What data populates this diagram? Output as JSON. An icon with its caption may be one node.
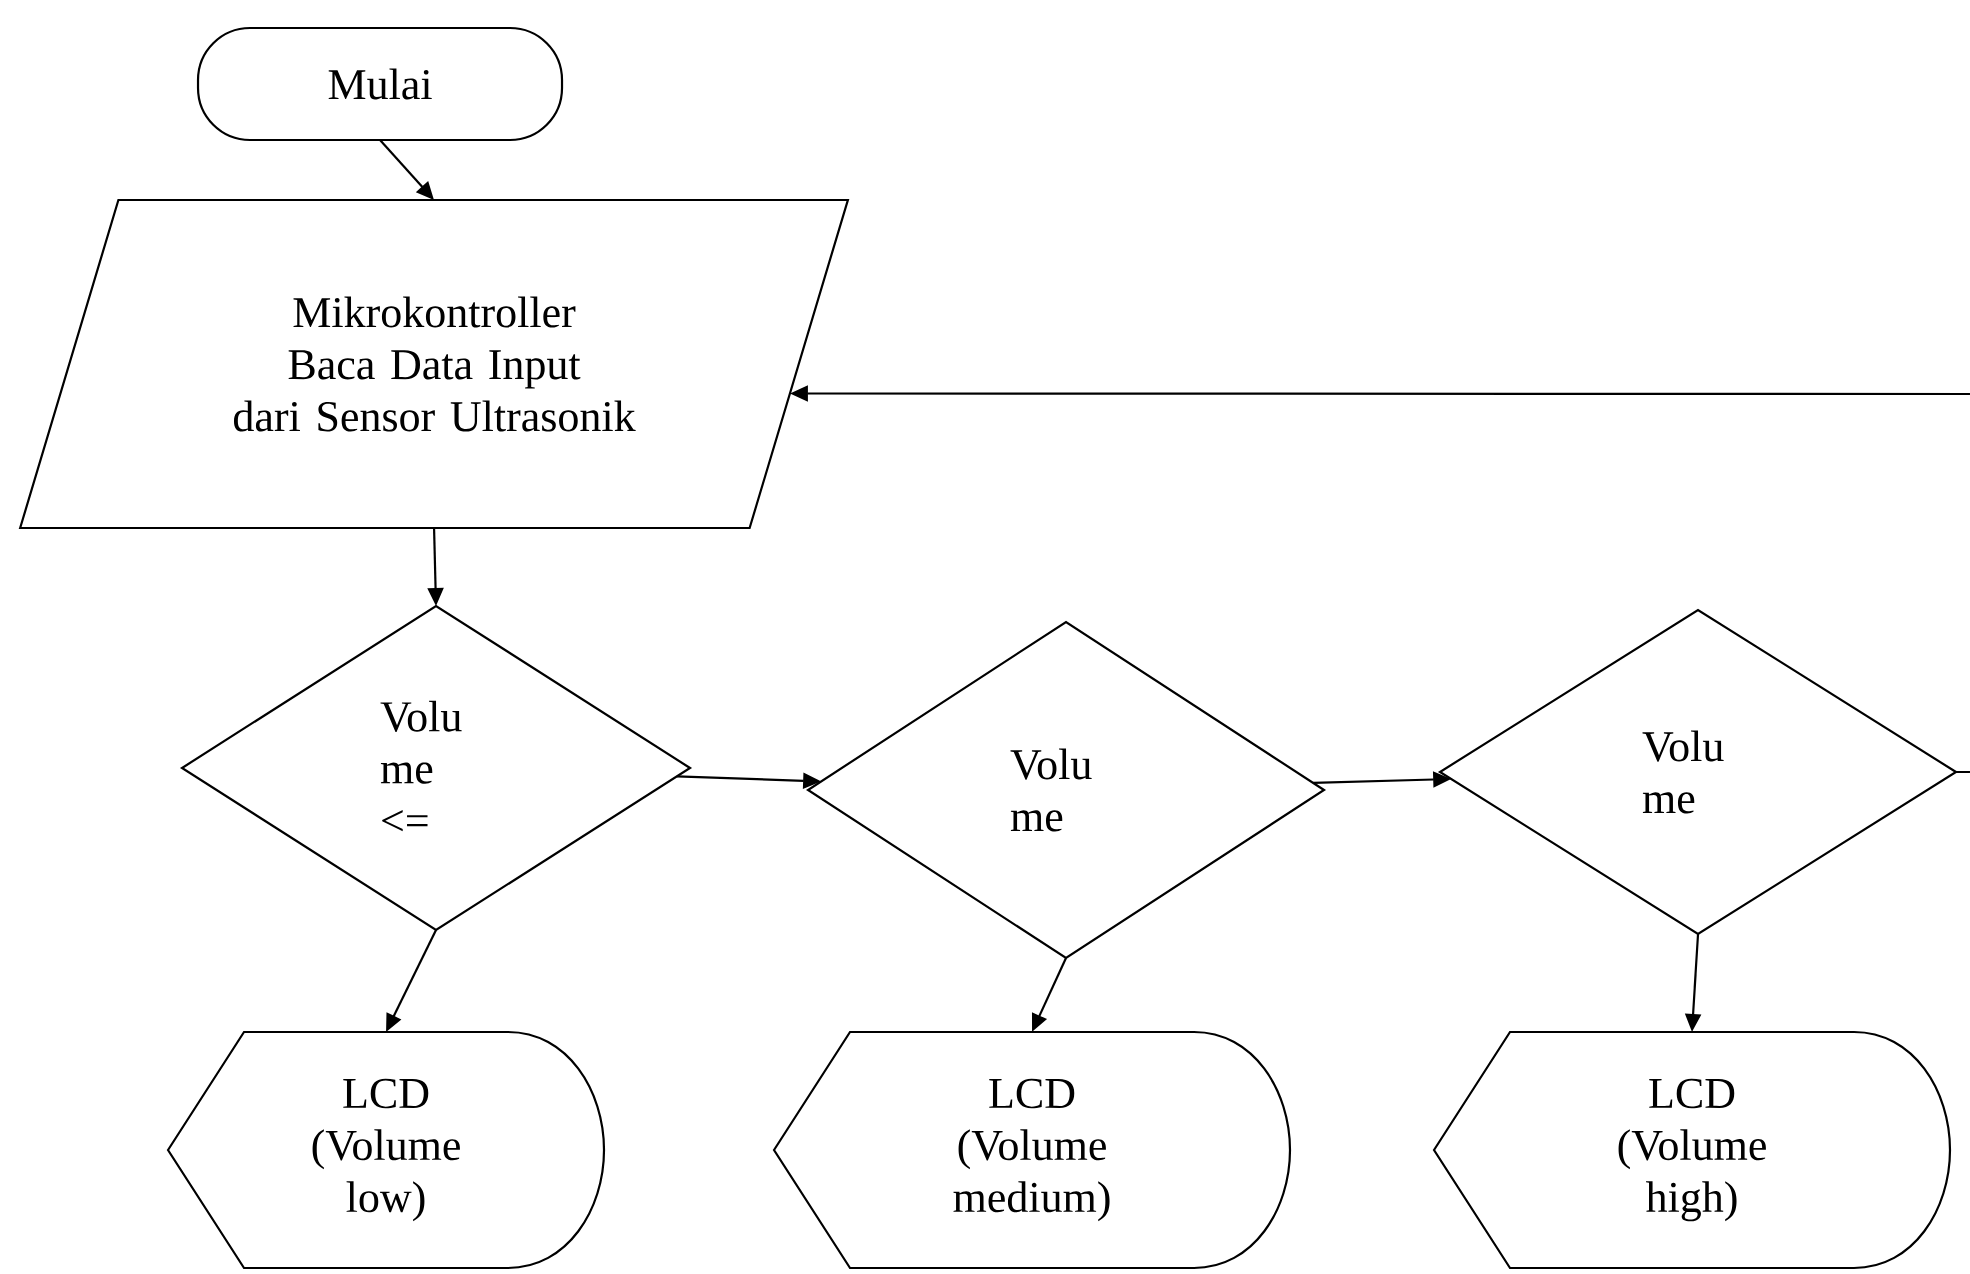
{
  "diagram": {
    "nodes": [
      {
        "text": [
          "Mulai"
        ]
      },
      {
        "text": [
          "Mikrokontroller Baca Data Input dari Sensor Ultrasonik"
        ]
      },
      {
        "text": [
          "Volu me <="
        ]
      },
      {
        "text": [
          "Volu me"
        ]
      },
      {
        "text": [
          "Volu me"
        ]
      },
      {
        "text": [
          "LCD (Volume low)"
        ]
      },
      {
        "text": [
          "LCD (Volume medium)"
        ]
      },
      {
        "text": [
          "LCD (Volume high)"
        ]
      }
    ],
    "edges": [
      {
        "from": 0,
        "to": 1,
        "arrow": "to"
      },
      {
        "from": 1,
        "to": 2,
        "arrow": "to"
      },
      {
        "from": 2,
        "to": 3,
        "arrow": "to"
      },
      {
        "from": 3,
        "to": 4,
        "arrow": "to"
      },
      {
        "from": 4,
        "to": null,
        "arrow": "none"
      },
      {
        "from": null,
        "to": 1,
        "arrow": "to"
      },
      {
        "from": 2,
        "to": 5,
        "arrow": "to"
      },
      {
        "from": 3,
        "to": 6,
        "arrow": "to"
      },
      {
        "from": 4,
        "to": 7,
        "arrow": "to"
      }
    ]
  }
}
